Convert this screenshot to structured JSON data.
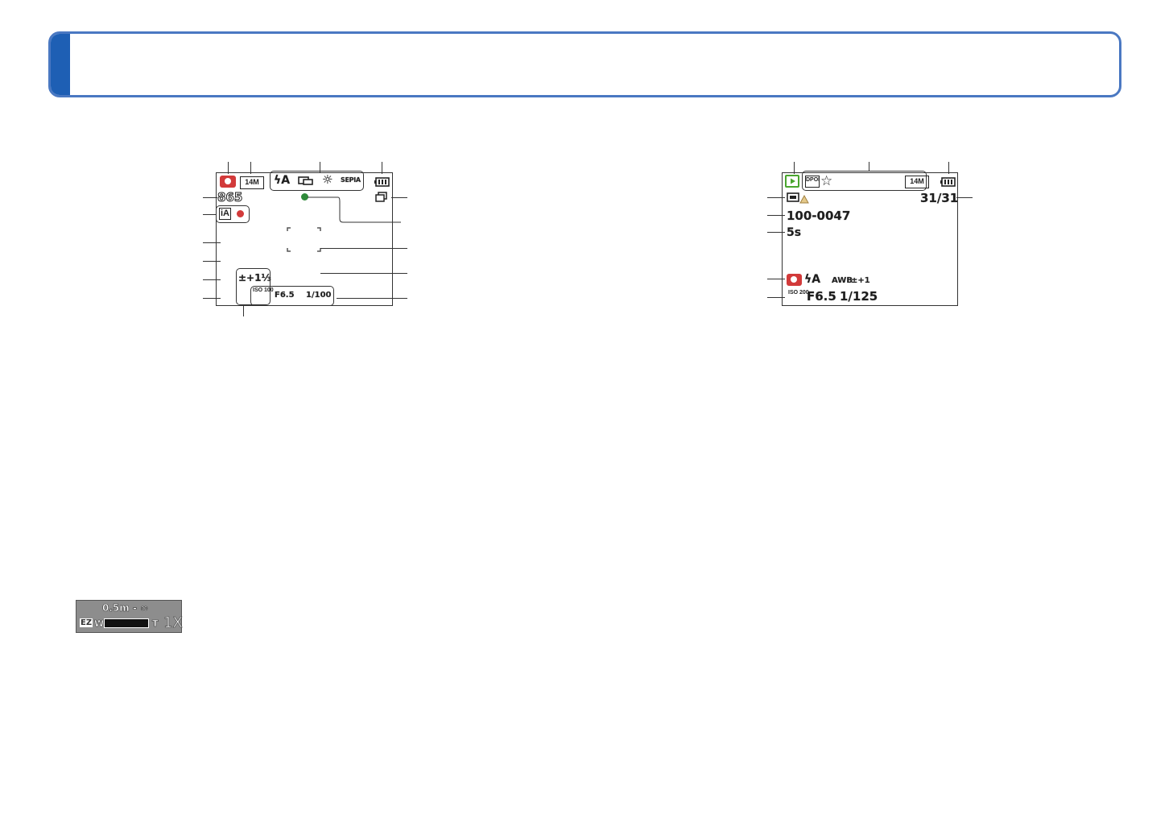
{
  "header": {
    "title": ""
  },
  "recording_screen": {
    "resolution": "14M",
    "flash": "ϟA",
    "wb_icon": "☼",
    "sepia": "SEPIA",
    "shots_remaining": "865",
    "intelligent": "iA",
    "exposure_comp": "±+1⅓",
    "iso": "ISO 100",
    "aperture": "F6.5",
    "shutter": "1/100",
    "colors": {
      "record_red": "#d23a3a",
      "af_green": "#2e8a3a"
    }
  },
  "playback_screen": {
    "count": "31/31",
    "file_number": "100-0047",
    "elapsed": "5s",
    "resolution": "14M",
    "dpof": "DPOF",
    "flash": "ϟA",
    "wb": "AWB",
    "exposure_comp": "±+1",
    "iso": "ISO 200",
    "aperture": "F6.5",
    "shutter": "1/125",
    "colors": {
      "play_green": "#4aa52e"
    }
  },
  "zoom_panel": {
    "focus_range": "0.5m - ∞",
    "ez": "EZ",
    "wide": "W",
    "tele": "T",
    "zoom_value": "1X",
    "level": 0.0
  }
}
